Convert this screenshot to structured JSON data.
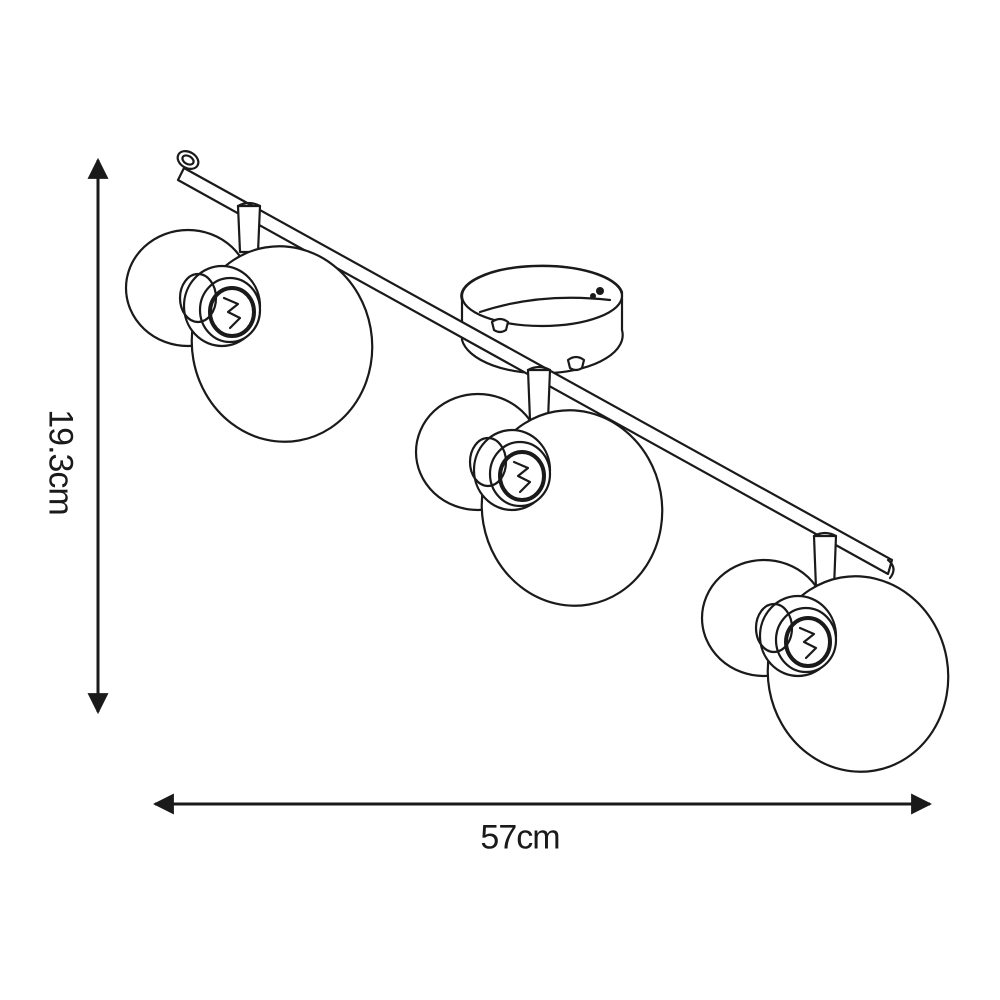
{
  "dimensions": {
    "height_label": "19.3cm",
    "width_label": "57cm"
  },
  "drawing": {
    "spotlight_count": 3,
    "stroke_color": "#1a1a1a",
    "background_color": "#ffffff"
  }
}
